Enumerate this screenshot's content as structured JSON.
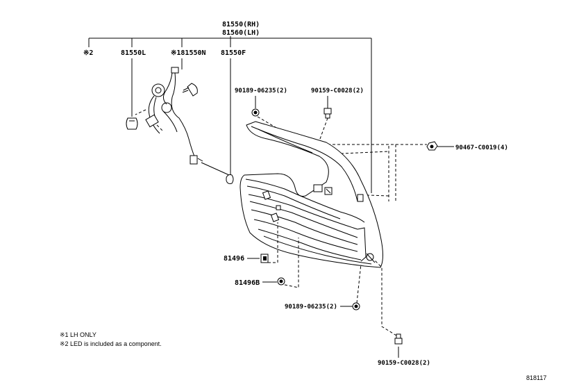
{
  "parts": {
    "assembly_rh": "81550(RH)",
    "assembly_lh": "81560(LH)",
    "mark_2": "※2",
    "socket": "81550L",
    "harness": "※181550N",
    "bulb": "81550F",
    "screw_top": "90189-06235(2)",
    "nut_top": "90159-C0028(2)",
    "clip": "90467-C0019(4)",
    "grommet_a": "81496",
    "grommet_b": "81496B",
    "screw_bottom": "90189-06235(2)",
    "nut_bottom": "90159-C0028(2)"
  },
  "notes": {
    "note1": "※1 LH ONLY",
    "note2": "※2 LED is included as a component."
  },
  "diagram_id": "818117"
}
